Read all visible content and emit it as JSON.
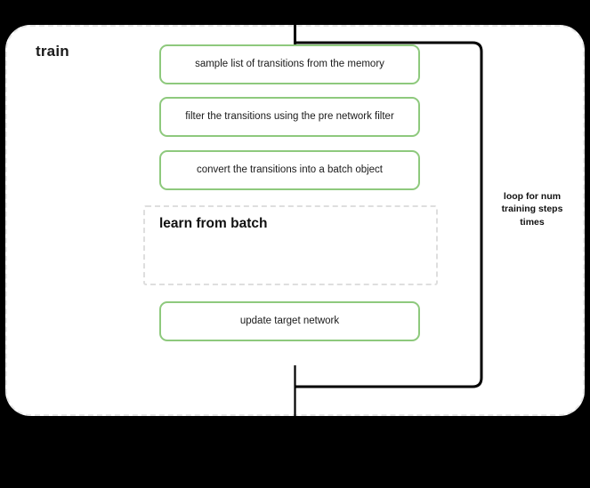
{
  "diagram": {
    "title": "train",
    "background_color": "#000000",
    "container": {
      "label": "train",
      "border_style": "dashed",
      "border_color": "#e6e6e6",
      "fill_color": "#ffffff"
    },
    "accent_color": "#8ec97d",
    "line_color": "#000000",
    "steps": [
      {
        "id": "sample",
        "label": "sample list of transitions from the memory"
      },
      {
        "id": "filter",
        "label": "filter the transitions using the pre network filter"
      },
      {
        "id": "convert",
        "label": "convert the transitions into a batch object"
      },
      {
        "id": "update",
        "label": "update target network"
      }
    ],
    "inner_group": {
      "label": "learn from batch",
      "border_style": "dashed",
      "border_color": "#dedede"
    },
    "loop": {
      "label": "loop for num training steps times",
      "label_line_1": "loop for num",
      "label_line_2": "training steps",
      "label_line_3": "times"
    },
    "icons": {
      "arrow": "arrow-down-icon"
    }
  }
}
